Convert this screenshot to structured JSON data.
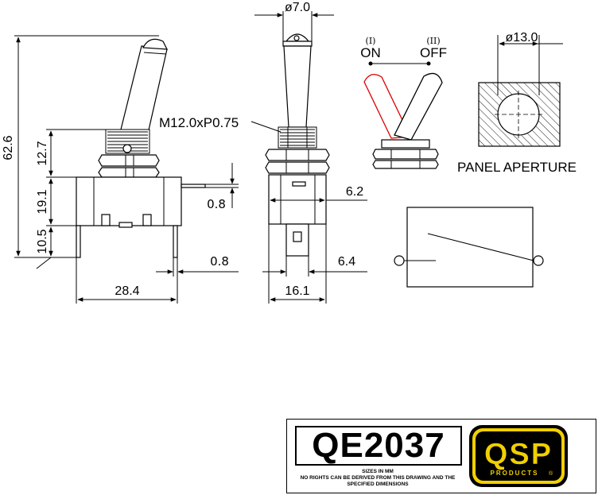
{
  "dimensions": {
    "overall_height": "62.6",
    "lever_height": "12.7",
    "body_height": "19.1",
    "terminal_length": "10.5",
    "body_width": "28.4",
    "terminal_thickness_side": "0.8",
    "terminal_gap": "0.8",
    "lever_diameter": "ø7.0",
    "bushing_thread": "M12.0xP0.75",
    "front_offset": "6.2",
    "front_width": "16.1",
    "terminal_width": "6.4",
    "aperture_diameter": "ø13.0"
  },
  "positions": {
    "on_roman": "(I)",
    "on_label": "ON",
    "off_roman": "(II)",
    "off_label": "OFF"
  },
  "labels": {
    "panel_aperture": "PANEL APERTURE"
  },
  "title_block": {
    "part_code": "QE2037",
    "sizes_note": "SIZES IN MM",
    "disclaimer_1": "NO RIGHTS CAN BE DERIVED FROM THIS DRAWING AND THE",
    "disclaimer_2": "SPECIFIED DIMENSIONS",
    "logo_text": "QSP",
    "logo_sub": "PRODUCTS",
    "logo_mark": "®"
  },
  "colors": {
    "lever_highlight": "#dd0000",
    "logo_yellow": "#f2d000",
    "logo_black": "#000000"
  }
}
